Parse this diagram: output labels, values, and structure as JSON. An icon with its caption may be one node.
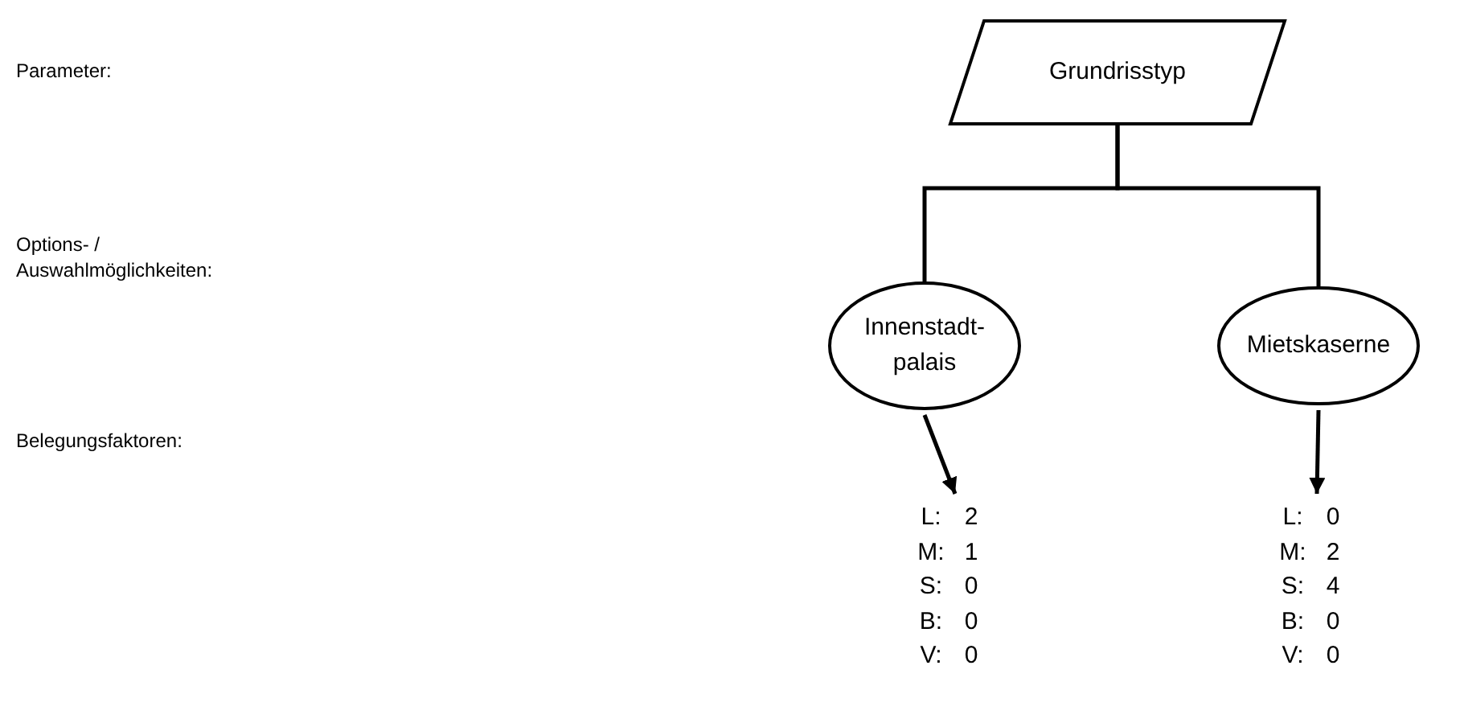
{
  "diagram": {
    "nodes": [
      {
        "text": [
          "Grundrisstyp"
        ]
      },
      {
        "text": [
          "Innenstadt- palais"
        ]
      },
      {
        "text": [
          "Mietskaserne"
        ]
      },
      {
        "text": [
          "L:",
          "2",
          "M:",
          "1",
          "S:",
          "0",
          "B:",
          "0",
          "V:",
          "0"
        ]
      },
      {
        "text": [
          "L:",
          "0",
          "M:",
          "2",
          "S:",
          "4",
          "B:",
          "0",
          "V:",
          "0"
        ]
      }
    ],
    "edges": [
      {
        "from": 0,
        "to": 1,
        "arrow": "none"
      },
      {
        "from": 0,
        "to": 2,
        "arrow": "none"
      },
      {
        "from": 1,
        "to": 3,
        "arrow": "to"
      },
      {
        "from": 2,
        "to": 4,
        "arrow": "to"
      }
    ],
    "labels": [
      "Parameter:",
      "Options- / Auswahlmöglichkeiten:",
      "Belegungsfaktoren:"
    ]
  }
}
